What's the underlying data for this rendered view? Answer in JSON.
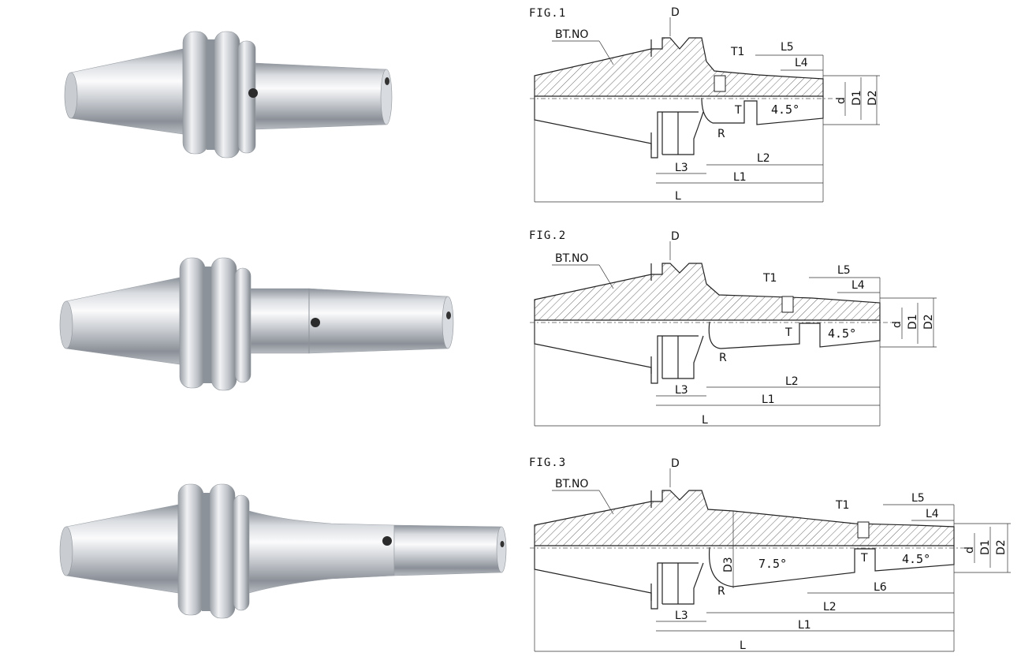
{
  "figures": [
    {
      "id": "fig1",
      "caption": "FIG.1",
      "labels": {
        "bt": "BT.NO",
        "d_top": "D",
        "t1": "T1",
        "t": "T",
        "r": "R",
        "angle": "4.5°",
        "d_small": "d",
        "d1": "D1",
        "d2": "D2",
        "l": "L",
        "l1": "L1",
        "l2": "L2",
        "l3": "L3",
        "l4": "L4",
        "l5": "L5"
      }
    },
    {
      "id": "fig2",
      "caption": "FIG.2",
      "labels": {
        "bt": "BT.NO",
        "d_top": "D",
        "t1": "T1",
        "t": "T",
        "r": "R",
        "angle": "4.5°",
        "d_small": "d",
        "d1": "D1",
        "d2": "D2",
        "l": "L",
        "l1": "L1",
        "l2": "L2",
        "l3": "L3",
        "l4": "L4",
        "l5": "L5"
      }
    },
    {
      "id": "fig3",
      "caption": "FIG.3",
      "labels": {
        "bt": "BT.NO",
        "d_top": "D",
        "t1": "T1",
        "t": "T",
        "r": "R",
        "angle": "4.5°",
        "angle2": "7.5°",
        "d3": "D3",
        "d_small": "d",
        "d1": "D1",
        "d2": "D2",
        "l": "L",
        "l1": "L1",
        "l2": "L2",
        "l3": "L3",
        "l4": "L4",
        "l5": "L5",
        "l6": "L6"
      }
    }
  ],
  "colors": {
    "steel_light": "#f4f5f7",
    "steel_mid": "#b9bec5",
    "steel_dark": "#6e747c",
    "line": "#222222"
  }
}
